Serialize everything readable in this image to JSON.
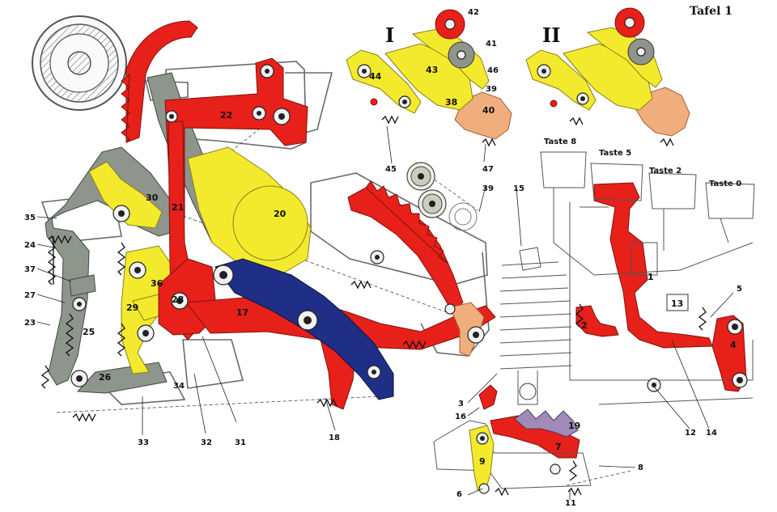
{
  "title": "Tafel 1",
  "detail_views": [
    {
      "numeral": "I"
    },
    {
      "numeral": "II"
    }
  ],
  "keys": [
    "Taste 8",
    "Taste 5",
    "Taste 2",
    "Taste 0"
  ],
  "labels": {
    "n1": "1",
    "n2": "2",
    "n3": "3",
    "n4": "4",
    "n5": "5",
    "n6": "6",
    "n7": "7",
    "n8": "8",
    "n9": "9",
    "n11": "11",
    "n12": "12",
    "n13": "13",
    "n14": "14",
    "n15": "15",
    "n16": "16",
    "n17": "17",
    "n18": "18",
    "n19": "19",
    "n20": "20",
    "n21": "21",
    "n22": "22",
    "n23": "23",
    "n24": "24",
    "n25": "25",
    "n26": "26",
    "n27": "27",
    "n28": "28",
    "n29": "29",
    "n30": "30",
    "n31": "31",
    "n32": "32",
    "n33": "33",
    "n34": "34",
    "n35": "35",
    "n36": "36",
    "n37": "37",
    "n38": "38",
    "n39": "39",
    "n39b": "39",
    "n40": "40",
    "n41": "41",
    "n42": "42",
    "n43": "43",
    "n44": "44",
    "n45": "45",
    "n46": "46",
    "n47": "47"
  },
  "colors": {
    "red": "#e8201a",
    "yellow": "#f3ea2e",
    "gray": "#8e958c",
    "blue": "#1f2f86",
    "orange": "#f0ae7c",
    "violet": "#a08ab8"
  }
}
